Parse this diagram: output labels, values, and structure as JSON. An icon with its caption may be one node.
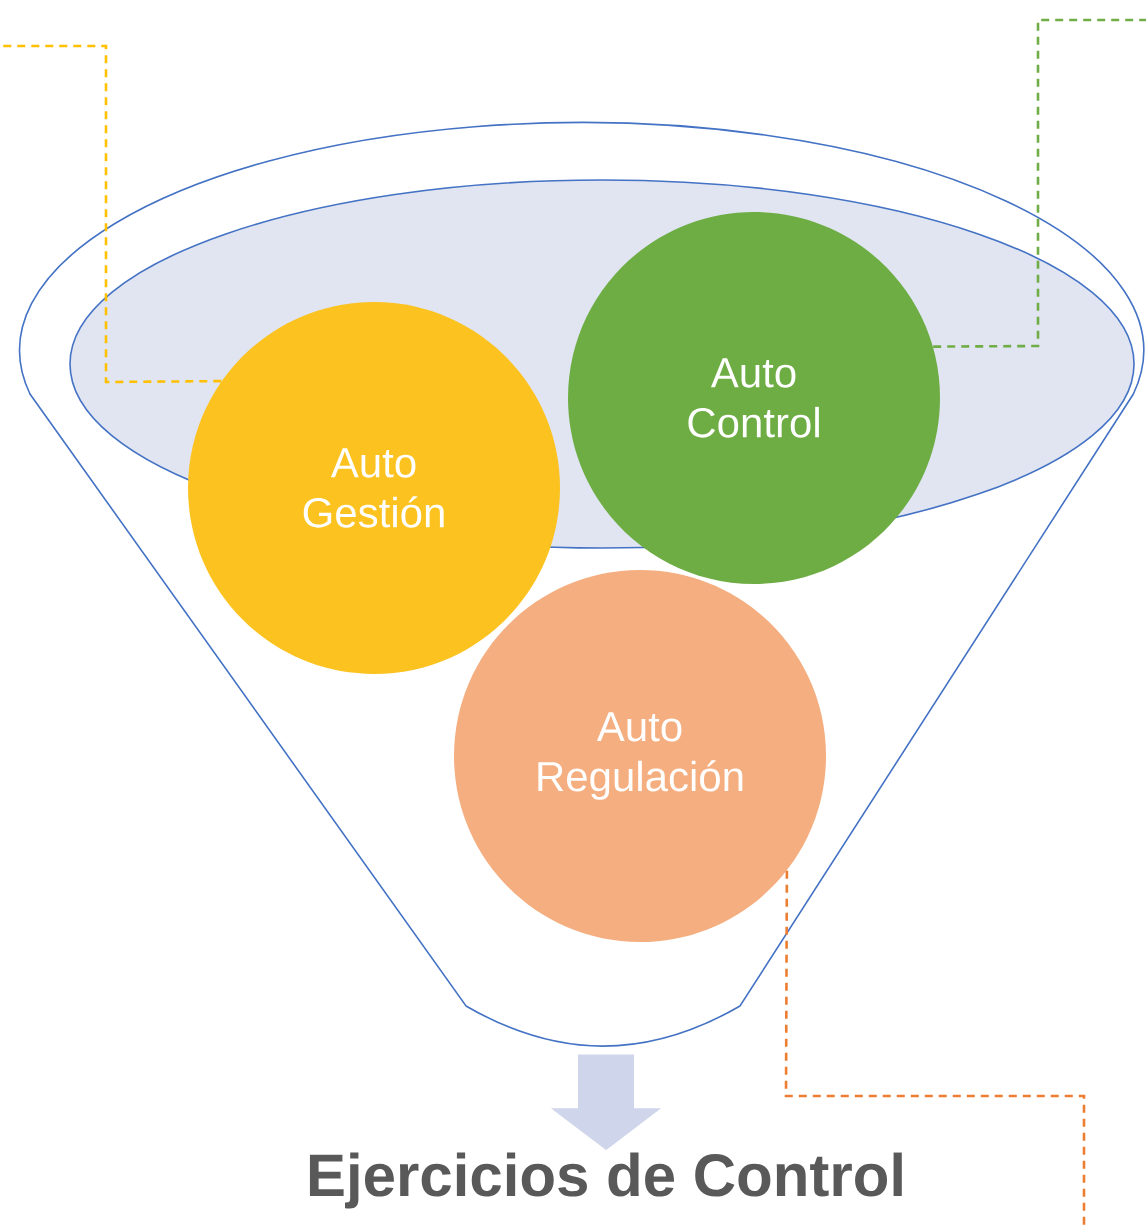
{
  "diagram": {
    "nodes": [
      {
        "text": [],
        "shape": "funnel"
      },
      {
        "text": [
          "Auto Gestión"
        ],
        "in": 0
      },
      {
        "text": [
          "Auto Control"
        ],
        "in": 0
      },
      {
        "text": [
          "Auto Regulación"
        ],
        "in": 0
      },
      {
        "text": [
          "Ejercicios de Control"
        ]
      }
    ],
    "edges": [
      {
        "from": 1,
        "to": null,
        "arrow": "none",
        "style": "dashed",
        "color": "#ffc000"
      },
      {
        "from": 2,
        "to": null,
        "arrow": "none",
        "style": "dashed",
        "color": "#70ad47"
      },
      {
        "from": 3,
        "to": null,
        "arrow": "none",
        "style": "dashed",
        "color": "#ed7d31"
      },
      {
        "from": 0,
        "to": 4,
        "arrow": "to",
        "style": "thick",
        "color": "#cfd5ea"
      }
    ]
  }
}
